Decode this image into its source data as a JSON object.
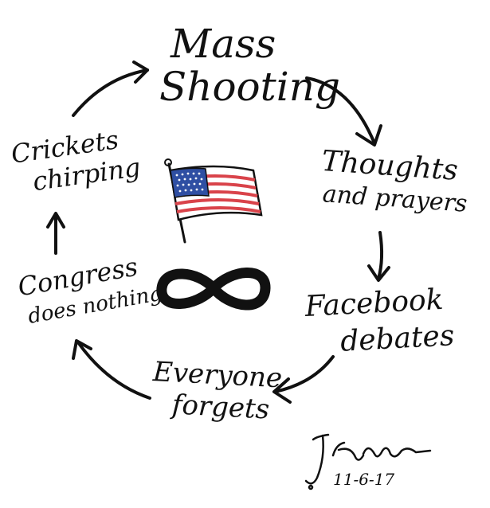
{
  "cycle": {
    "steps": [
      {
        "lines": [
          "Mass",
          "Shooting"
        ]
      },
      {
        "lines": [
          "Thoughts",
          "and prayers"
        ]
      },
      {
        "lines": [
          "Facebook",
          "debates"
        ]
      },
      {
        "lines": [
          "Everyone",
          "forgets"
        ]
      },
      {
        "lines": [
          "Congress",
          "does nothing"
        ]
      },
      {
        "lines": [
          "Crickets",
          "chirping"
        ]
      }
    ]
  },
  "center": {
    "icons": [
      "american-flag",
      "infinity-symbol"
    ],
    "flag_colors": {
      "stripe_red": "#d9434a",
      "stripe_white": "#ffffff",
      "canton_blue": "#2f4fa3",
      "star": "#ffffff"
    },
    "infinity_color": "#111111"
  },
  "signature": {
    "date": "11-6-17"
  },
  "colors": {
    "ink": "#111111",
    "background": "#ffffff"
  }
}
